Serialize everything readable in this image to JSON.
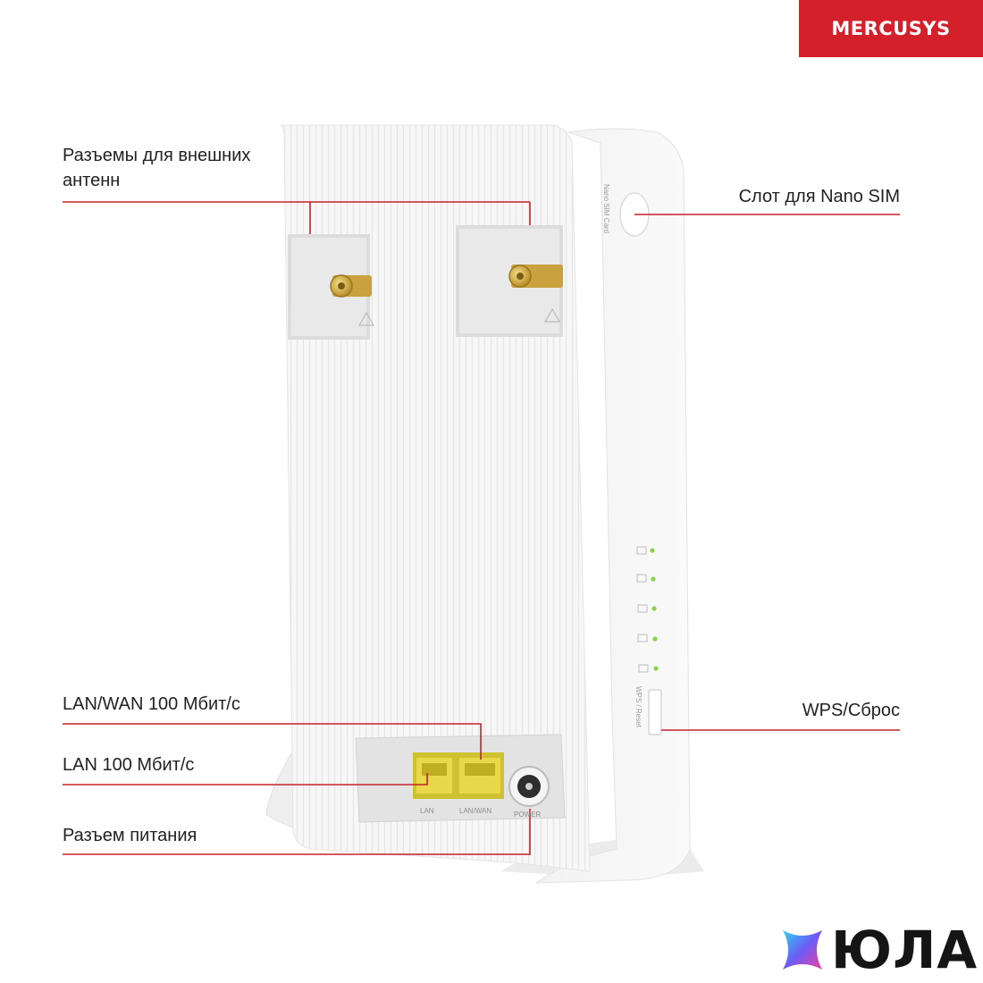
{
  "brand": {
    "name": "MERCUSYS"
  },
  "labels": {
    "antenna": "Разъемы для внешних антенн",
    "antenna_line1": "Разъемы для внешних",
    "antenna_line2": "антенн",
    "sim": "Слот для Nano SIM",
    "lan_wan": "LAN/WAN 100 Мбит/с",
    "lan": "LAN 100 Мбит/с",
    "power": "Разъем питания",
    "wps": "WPS/Сброс"
  },
  "device_print": {
    "sim_card": "Nano SIM Card",
    "port_lan": "LAN",
    "port_lan_wan": "LAN/WAN",
    "port_power": "POWER",
    "wps_reset": "WPS / Reset"
  },
  "watermark": {
    "name": "ЮЛА"
  },
  "colors": {
    "callout_line": "#c8202a",
    "brand_red": "#d4202a",
    "port_yellow": "#e9d84a",
    "led_green": "#8bd14a"
  }
}
